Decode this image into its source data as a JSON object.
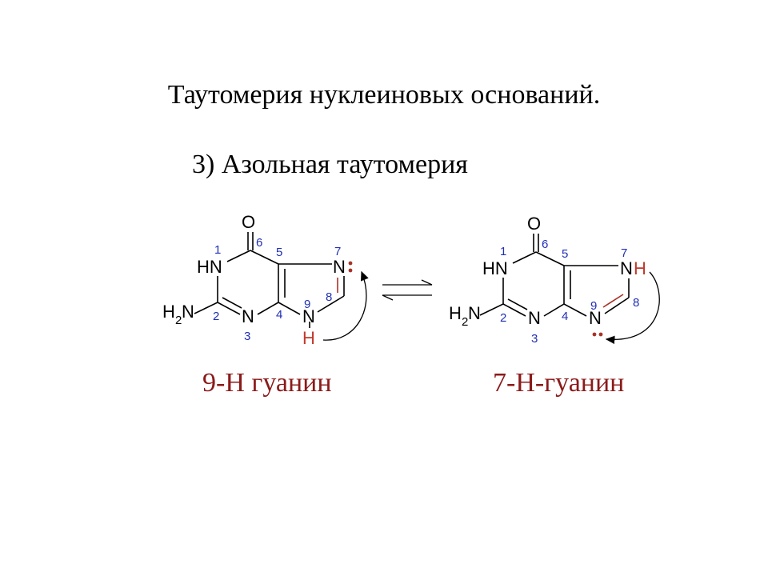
{
  "title": "Таутомерия нуклеиновых оснований.",
  "subtitle": "3) Азольная таутомерия",
  "left_molecule": {
    "caption": "9-H гуанин",
    "atoms": {
      "O": "O",
      "HN": "HN",
      "H2N_H": "H",
      "H2N_2": "2",
      "H2N_N": "N",
      "N3": "N",
      "N7": "N",
      "N9": "N",
      "H9": "H"
    },
    "numbers": {
      "n1": "1",
      "n2": "2",
      "n3": "3",
      "n4": "4",
      "n5": "5",
      "n6": "6",
      "n7": "7",
      "n8": "8",
      "n9": "9"
    }
  },
  "right_molecule": {
    "caption": "7-H-гуанин",
    "atoms": {
      "O": "O",
      "HN": "HN",
      "H2N_H": "H",
      "H2N_2": "2",
      "H2N_N": "N",
      "N3": "N",
      "N7": "N",
      "H7": "H",
      "N9": "N"
    },
    "numbers": {
      "n1": "1",
      "n2": "2",
      "n3": "3",
      "n4": "4",
      "n5": "5",
      "n6": "6",
      "n7": "7",
      "n8": "8",
      "n9": "9"
    }
  },
  "colors": {
    "caption": "#8b1a1a",
    "ring_numbers": "#1f2fb5",
    "highlight": "#c0392b"
  }
}
